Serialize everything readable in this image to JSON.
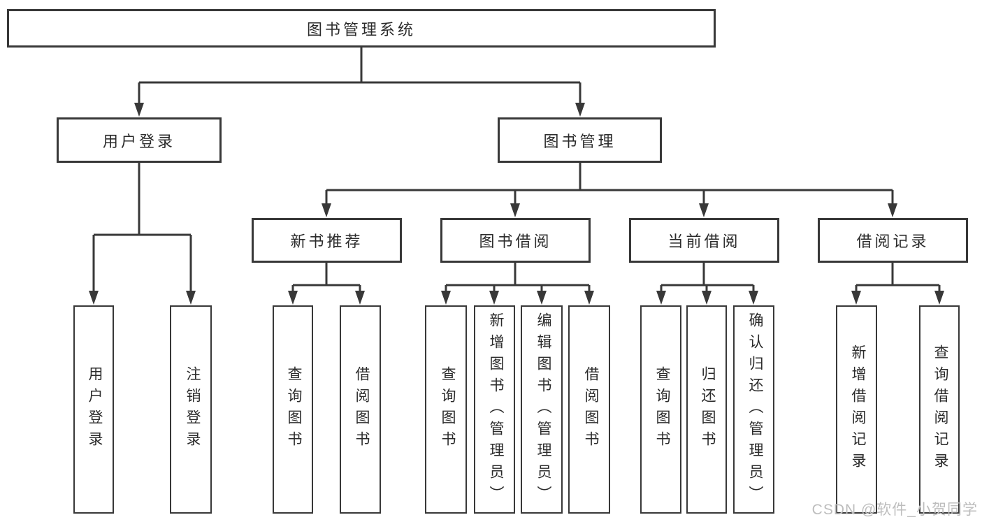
{
  "tree": {
    "label": "图书管理系统",
    "children": [
      {
        "label": "用户登录",
        "children": [
          {
            "label": "用户登录"
          },
          {
            "label": "注销登录"
          }
        ]
      },
      {
        "label": "图书管理",
        "children": [
          {
            "label": "新书推荐",
            "children": [
              {
                "label": "查询图书"
              },
              {
                "label": "借阅图书"
              }
            ]
          },
          {
            "label": "图书借阅",
            "children": [
              {
                "label": "查询图书"
              },
              {
                "label": "新增图书（管理员）"
              },
              {
                "label": "编辑图书（管理员）"
              },
              {
                "label": "借阅图书"
              }
            ]
          },
          {
            "label": "当前借阅",
            "children": [
              {
                "label": "查询图书"
              },
              {
                "label": "归还图书"
              },
              {
                "label": "确认归还（管理员）"
              }
            ]
          },
          {
            "label": "借阅记录",
            "children": [
              {
                "label": "新增借阅记录"
              },
              {
                "label": "查询借阅记录"
              }
            ]
          }
        ]
      }
    ]
  },
  "watermark": "CSDN @软件_小贺同学",
  "colors": {
    "line": "#383838",
    "text": "#2b2b2b",
    "box_bg": "#ffffff",
    "page_bg": "#ffffff",
    "watermark": "#bdbdbd"
  }
}
